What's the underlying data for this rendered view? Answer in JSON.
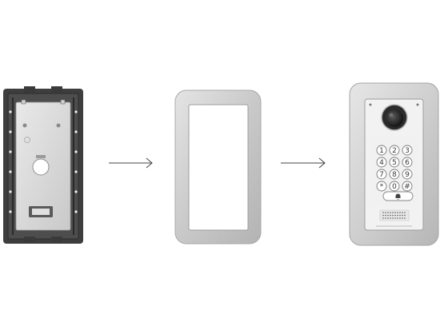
{
  "steps": [
    {
      "name": "backbox",
      "color": "#5a5a5a"
    },
    {
      "name": "frame",
      "color": "#c7c7c7"
    },
    {
      "name": "door-phone",
      "color": "#bdbdbd"
    }
  ],
  "keypad": {
    "keys": [
      "1",
      "2",
      "3",
      "4",
      "5",
      "6",
      "7",
      "8",
      "9",
      "*",
      "0",
      "#"
    ]
  },
  "icons": {
    "arrow": "arrow-right-icon",
    "bell": "bell-icon",
    "camera": "camera-icon",
    "speaker": "speaker-grille-icon"
  },
  "colors": {
    "arrow": "#444444",
    "plate_dark": "#3e3e3e",
    "frame_light": "#d9d9d9",
    "keypad_bg": "#f1f1f1"
  }
}
